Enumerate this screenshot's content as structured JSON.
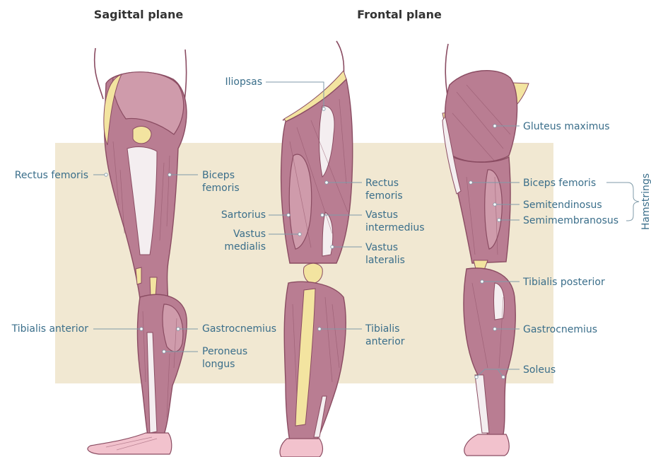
{
  "headings": {
    "sagittal": "Sagittal plane",
    "frontal": "Frontal plane"
  },
  "labels": {
    "rectus_femoris_side": "Rectus femoris",
    "biceps_femoris_side_1": "Biceps",
    "biceps_femoris_side_2": "femoris",
    "tibialis_anterior_side": "Tibialis anterior",
    "gastrocnemius_side": "Gastrocnemius",
    "peroneus_longus_1": "Peroneus",
    "peroneus_longus_2": "longus",
    "iliopsas": "Iliopsas",
    "sartorius": "Sartorius",
    "vastus_medialis_1": "Vastus",
    "vastus_medialis_2": "medialis",
    "rectus_femoris_front_1": "Rectus",
    "rectus_femoris_front_2": "femoris",
    "vastus_intermedius_1": "Vastus",
    "vastus_intermedius_2": "intermedius",
    "vastus_lateralis_1": "Vastus",
    "vastus_lateralis_2": "lateralis",
    "tibialis_anterior_front_1": "Tibialis",
    "tibialis_anterior_front_2": "anterior",
    "gluteus_maximus": "Gluteus maximus",
    "biceps_femoris_back": "Biceps femoris",
    "semitendinosus": "Semitendinosus",
    "semimembranosus": "Semimembranosus",
    "hamstrings": "Hamstrings",
    "tibialis_posterior": "Tibialis posterior",
    "gastrocnemius_back": "Gastrocnemius",
    "soleus": "Soleus"
  },
  "colors": {
    "label_text": "#3a6e8a",
    "background_band": "#f1e8d2",
    "muscle": "#b97d92",
    "muscle_outline": "#8a4c62",
    "tendon": "#f4eef0",
    "bone": "#f3e4a0",
    "foot": "#f2c2cd"
  }
}
